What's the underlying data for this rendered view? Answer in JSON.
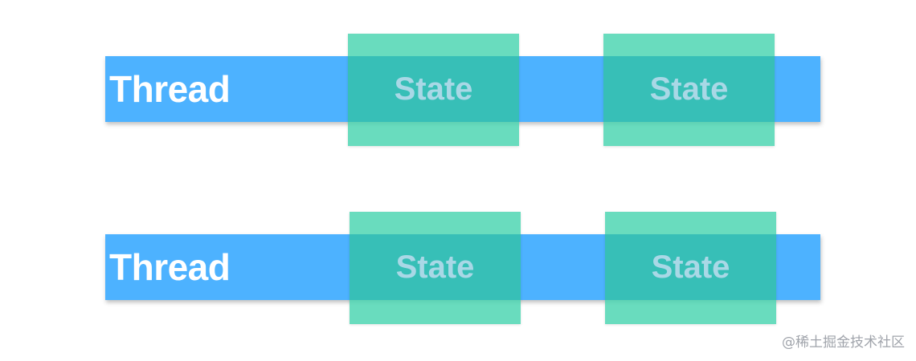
{
  "rows": [
    {
      "thread_label": "Thread",
      "states": [
        "State",
        "State"
      ]
    },
    {
      "thread_label": "Thread",
      "states": [
        "State",
        "State"
      ]
    }
  ],
  "watermark": "@稀土掘金技术社区",
  "colors": {
    "thread_bar": "#4db2ff",
    "state_box": "#48d4b0",
    "state_text": "#a9d8e6",
    "thread_text": "#ffffff"
  }
}
